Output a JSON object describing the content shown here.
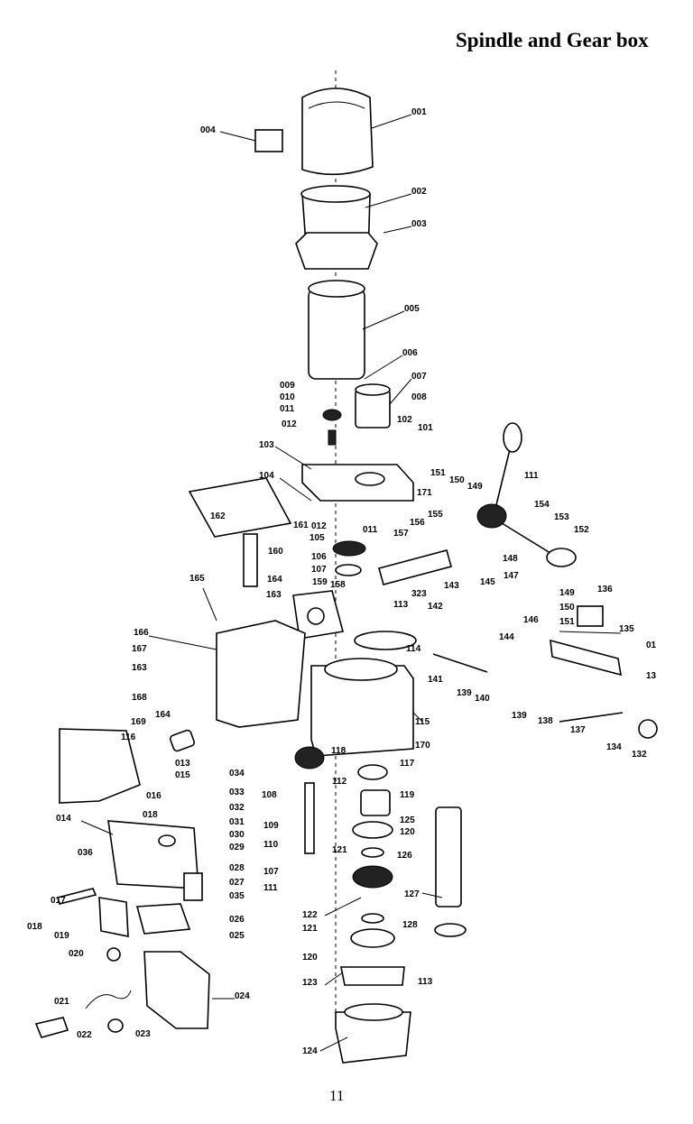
{
  "page": {
    "title": "Spindle and Gear box",
    "page_number": "11"
  },
  "part_labels": [
    "001",
    "004",
    "002",
    "003",
    "005",
    "006",
    "007",
    "008",
    "009",
    "010",
    "011",
    "012",
    "102",
    "101",
    "103",
    "151",
    "150",
    "149",
    "111",
    "104",
    "171",
    "154",
    "162",
    "161",
    "012",
    "011",
    "155",
    "156",
    "153",
    "152",
    "157",
    "105",
    "160",
    "106",
    "107",
    "159",
    "158",
    "148",
    "165",
    "164",
    "147",
    "163",
    "323",
    "143",
    "145",
    "149",
    "136",
    "113",
    "142",
    "146",
    "150",
    "151",
    "166",
    "114",
    "144",
    "135",
    "01",
    "167",
    "141",
    "13",
    "163",
    "139",
    "140",
    "168",
    "139",
    "138",
    "137",
    "164",
    "115",
    "134",
    "132",
    "169",
    "116",
    "170",
    "118",
    "117",
    "013",
    "015",
    "034",
    "016",
    "033",
    "112",
    "108",
    "119",
    "018",
    "032",
    "014",
    "031",
    "125",
    "120",
    "109",
    "030",
    "110",
    "121",
    "029",
    "126",
    "036",
    "028",
    "107",
    "027",
    "111",
    "035",
    "017",
    "127",
    "026",
    "122",
    "018",
    "025",
    "121",
    "128",
    "019",
    "020",
    "120",
    "123",
    "113",
    "021",
    "024",
    "022",
    "023",
    "124"
  ]
}
